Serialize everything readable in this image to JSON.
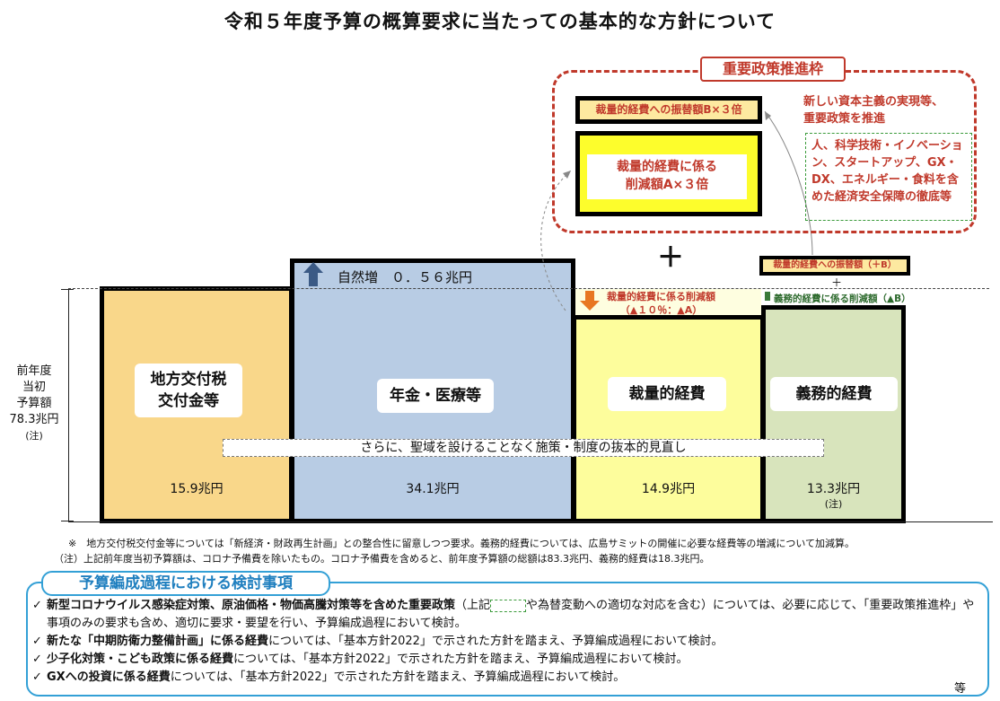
{
  "title": "令和５年度予算の概算要求に当たっての基本的な方針について",
  "left_label": {
    "l1": "前年度",
    "l2": "当初",
    "l3": "予算額",
    "l4": "78.3兆円",
    "l5": "(注)"
  },
  "blocks": {
    "local": {
      "line1": "地方交付税",
      "line2": "交付金等",
      "amount": "15.9兆円"
    },
    "pension": {
      "label": "年金・医療等",
      "amount": "34.1兆円",
      "natural_increase": "自然増　０．５６兆円"
    },
    "discretionary": {
      "label": "裁量的経費",
      "amount": "14.9兆円",
      "cut_line1": "裁量的経費に係る削減額",
      "cut_line2": "（▲１０％：▲A）"
    },
    "mandatory": {
      "label": "義務的経費",
      "amount": "13.3兆円",
      "note": "(注)",
      "cut": "義務的経費に係る削減額（▲B）",
      "transfer": "裁量的経費への振替額（＋B）"
    }
  },
  "plus_small": "＋",
  "plus_big": "＋",
  "review_band": "さらに、聖域を設けることなく施策・制度の抜本的見直し",
  "priority": {
    "title": "重要政策推進枠",
    "box1": "裁量的経費への振替額B×３倍",
    "box2_line1": "裁量的経費に係る",
    "box2_line2": "削減額A×３倍",
    "caption_line1": "新しい資本主義の実現等、",
    "caption_line2": "重要政策を推進",
    "green": "人、科学技術・イノベーション、スタートアップ、GX・DX、エネルギー・食料を含めた経済安全保障の徹底等"
  },
  "notes": {
    "n1": "※　地方交付税交付金等については「新経済・財政再生計画」との整合性に留意しつつ要求。義務的経費については、広島サミットの開催に必要な経費等の増減について加減算。",
    "n2": "（注）上記前年度当初予算額は、コロナ予備費を除いたもの。コロナ予備費を含めると、前年度予算額の総額は83.3兆円、義務的経費は18.3兆円。"
  },
  "considerations": {
    "title": "予算編成過程における検討事項",
    "check": "✓",
    "i1_bold": "新型コロナウイルス感染症対策、原油価格・物価高騰対策等を含めた重要政策",
    "i1_pre": "（上記",
    "i1_rest": "や為替変動への適切な対応を含む）については、必要に応じて、「重要政策推進枠」や事項のみの要求も含め、適切に要求・要望を行い、予算編成過程において検討。",
    "i2_bold": "新たな「中期防衛力整備計画」に係る経費",
    "i2_rest": "については、「基本方針2022」で示された方針を踏まえ、予算編成過程において検討。",
    "i3_bold": "少子化対策・こども政策に係る経費",
    "i3_rest": "については、「基本方針2022」で示された方針を踏まえ、予算編成過程において検討。",
    "i4_bold": "GXへの投資に係る経費",
    "i4_rest": "については、「基本方針2022」で示された方針を踏まえ、予算編成過程において検討。",
    "etc": "等"
  }
}
